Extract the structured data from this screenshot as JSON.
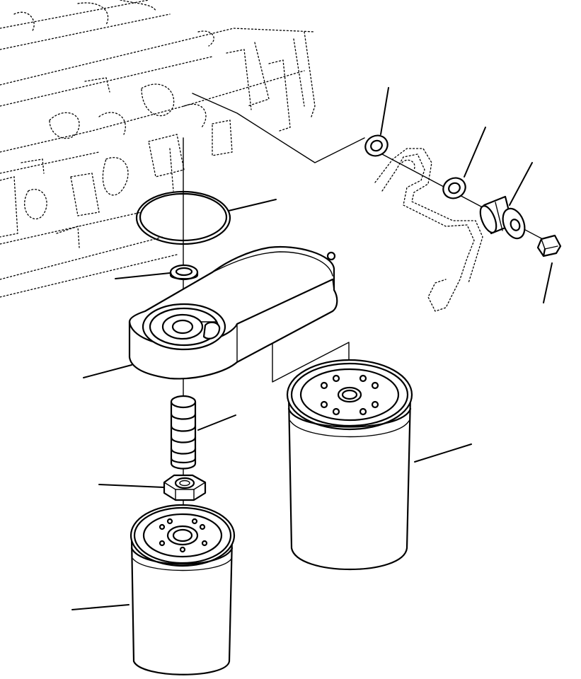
{
  "diagram": {
    "type": "exploded-parts-view",
    "background_color": "#ffffff",
    "line_color": "#000000",
    "parts": [
      {
        "name": "engine-block-background",
        "style": "dotted-ghost"
      },
      {
        "name": "filter-head-o-ring"
      },
      {
        "name": "small-seal-ring"
      },
      {
        "name": "filter-head-bracket"
      },
      {
        "name": "relief-valve-spring"
      },
      {
        "name": "adapter-nut"
      },
      {
        "name": "small-spin-on-filter"
      },
      {
        "name": "large-spin-on-filter"
      },
      {
        "name": "banjo-gasket-upper"
      },
      {
        "name": "banjo-gasket-lower"
      },
      {
        "name": "banjo-bolt"
      },
      {
        "name": "plug-screw"
      },
      {
        "name": "ghost-oil-line",
        "style": "dotted-ghost"
      }
    ],
    "callouts": [
      {
        "part": "filter-head-o-ring",
        "label": ""
      },
      {
        "part": "small-seal-ring",
        "label": ""
      },
      {
        "part": "filter-head-bracket",
        "label": ""
      },
      {
        "part": "relief-valve-spring",
        "label": ""
      },
      {
        "part": "adapter-nut",
        "label": ""
      },
      {
        "part": "small-spin-on-filter",
        "label": ""
      },
      {
        "part": "large-spin-on-filter",
        "label": ""
      },
      {
        "part": "banjo-gasket-upper",
        "label": ""
      },
      {
        "part": "banjo-gasket-lower",
        "label": ""
      },
      {
        "part": "banjo-bolt",
        "label": ""
      },
      {
        "part": "plug-screw",
        "label": ""
      }
    ]
  }
}
